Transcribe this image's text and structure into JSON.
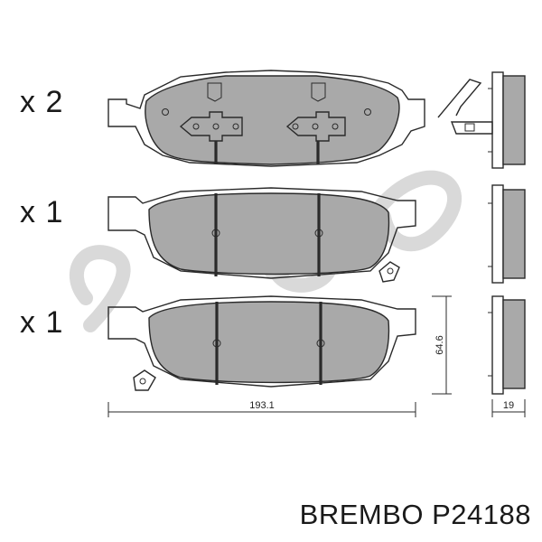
{
  "quantities": [
    {
      "label": "x 2"
    },
    {
      "label": "x 1"
    },
    {
      "label": "x 1"
    }
  ],
  "dimensions": {
    "width": "193.1",
    "height": "64.6",
    "thickness": "19"
  },
  "caption": "BREMBO P24188",
  "colors": {
    "friction_material": "#a9a9a9",
    "line": "#2a2a2a",
    "watermark": "#d0d0d0"
  }
}
